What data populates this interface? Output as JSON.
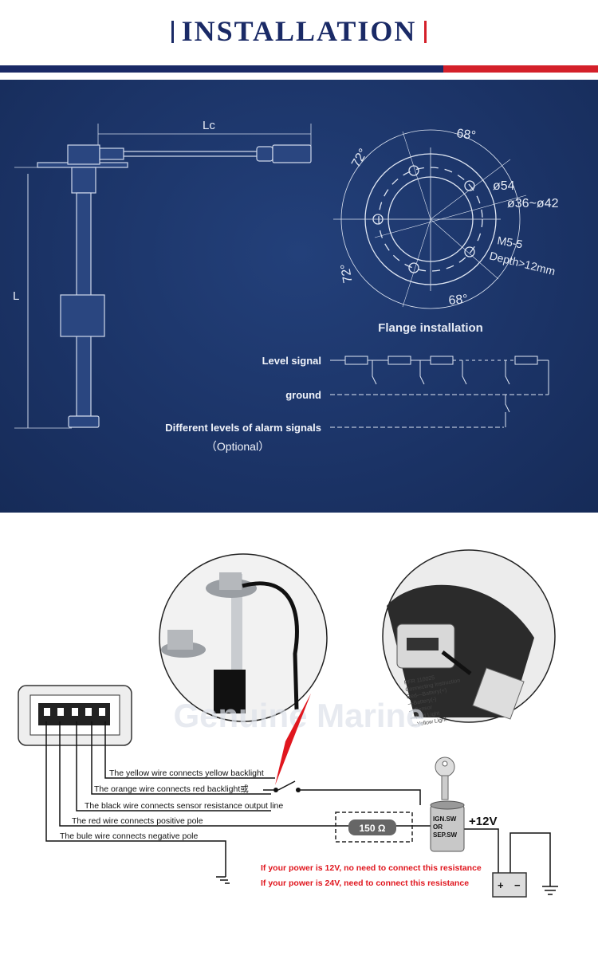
{
  "header": {
    "title": "INSTALLATION"
  },
  "sensor_drawing": {
    "length_label": "L",
    "cable_length_label": "Lc"
  },
  "flange": {
    "angles": [
      "68°",
      "72°",
      "72°",
      "68°"
    ],
    "diameter_outer": "ø54",
    "diameter_inner": "ø36~ø42",
    "screw": "M5-5",
    "depth": "Depth>12mm",
    "caption": "Flange installation"
  },
  "circuit": {
    "level_signal": "Level signal",
    "ground": "ground",
    "alarm": "Different levels of alarm signals",
    "optional": "（Optional）"
  },
  "wiring": {
    "watermark": "Genuine Marine",
    "wires": [
      "The yellow wire connects yellow backlight",
      "The orange wire connects red backlight或",
      "The black wire connects sensor resistance output line",
      "The red wire connects positive pole",
      "The bule wire connects negative pole"
    ],
    "resistor": "150 Ω",
    "switch_lines": [
      "IGN.SW",
      "OR",
      "SEP.SW"
    ],
    "voltage": "+12V",
    "battery_plus": "+",
    "battery_minus": "−",
    "notes": [
      "If your power is 12V, no need to connect this resistance",
      "If your power is 24V, need to connect this resistance"
    ],
    "gauge_label_lines": [
      "PFR 110025",
      "Connecting Instruction",
      "Red—Battery(+)",
      "—Battery(-)",
      "—Sensor",
      "—Red Light",
      "—Yellow Light"
    ]
  },
  "colors": {
    "navy": "#1a2a66",
    "red": "#d4202a",
    "note_red": "#e0161e"
  }
}
